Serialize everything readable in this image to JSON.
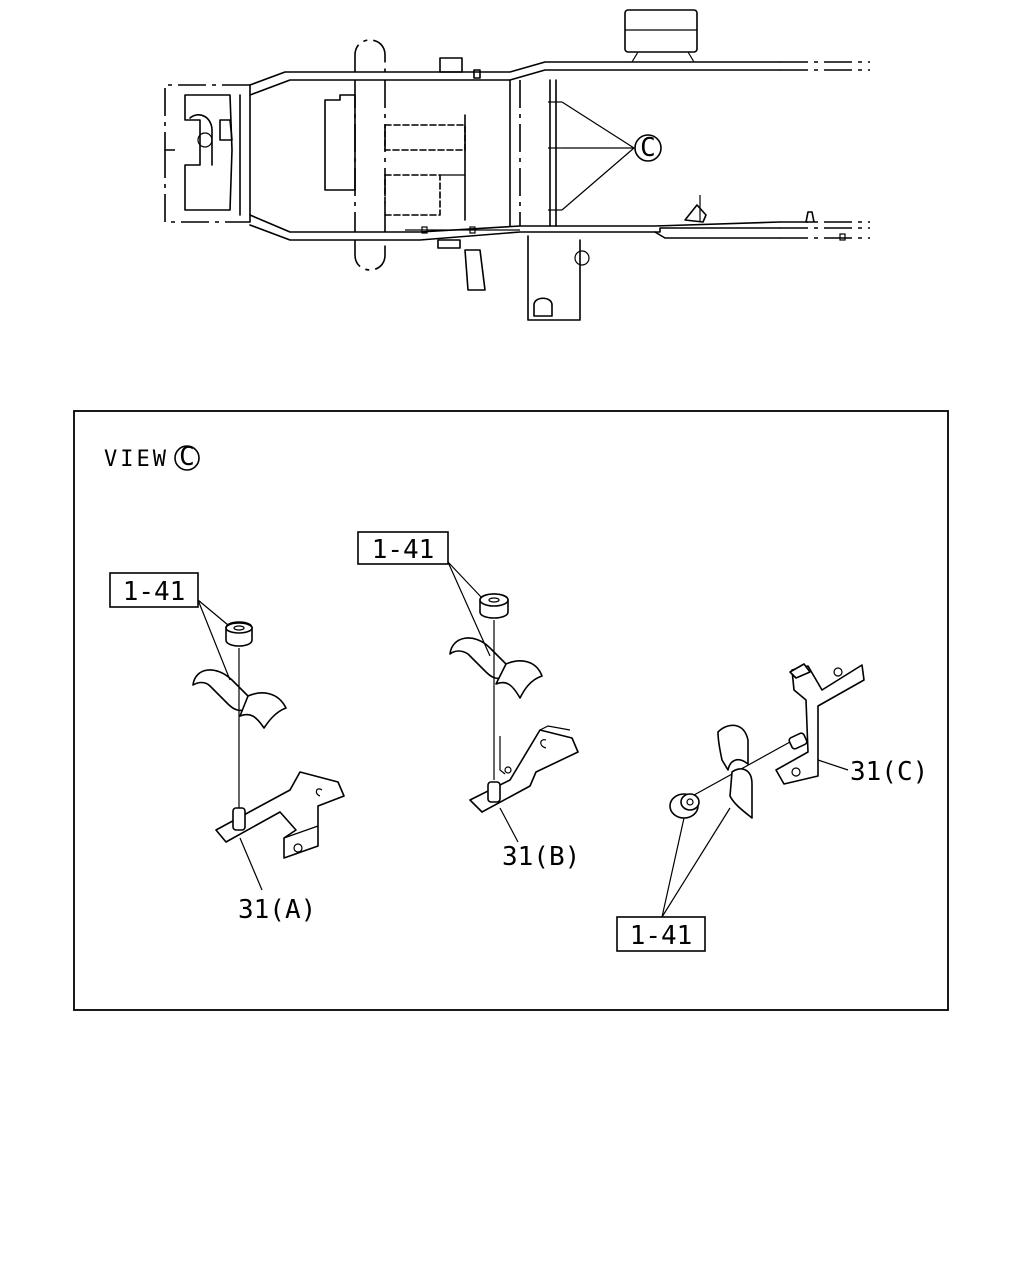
{
  "top_diagram": {
    "callout_letter": "C"
  },
  "view_panel": {
    "view_word": "VIEW",
    "view_letter": "C"
  },
  "callouts": {
    "a": {
      "ref_label": "1-41",
      "part_label": "31(A)"
    },
    "b": {
      "ref_label": "1-41",
      "part_label": "31(B)"
    },
    "c": {
      "ref_label": "1-41",
      "part_label": "31(C)"
    }
  }
}
